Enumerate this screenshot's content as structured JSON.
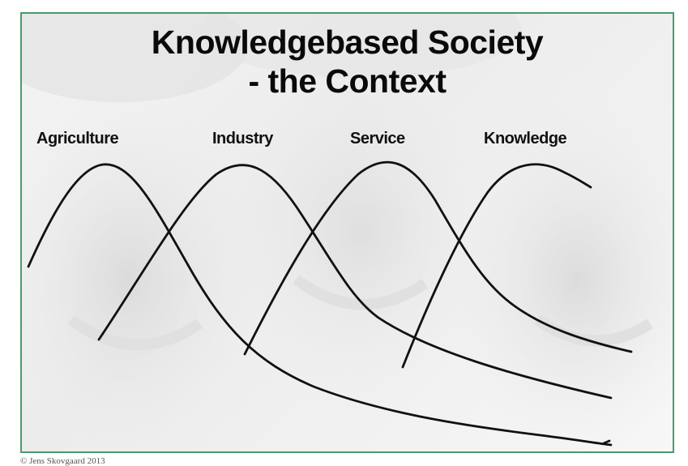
{
  "slide": {
    "title_line1": "Knowledgebased Society",
    "title_line2": "- the Context",
    "border_color": "#4a9a6e",
    "background_image": "faded-photo-of-smiling-faces",
    "phases": [
      {
        "label": "Agriculture"
      },
      {
        "label": "Industry"
      },
      {
        "label": "Service"
      },
      {
        "label": "Knowledge"
      }
    ]
  },
  "footer": {
    "copyright": "© Jens Skovgaard 2013"
  }
}
